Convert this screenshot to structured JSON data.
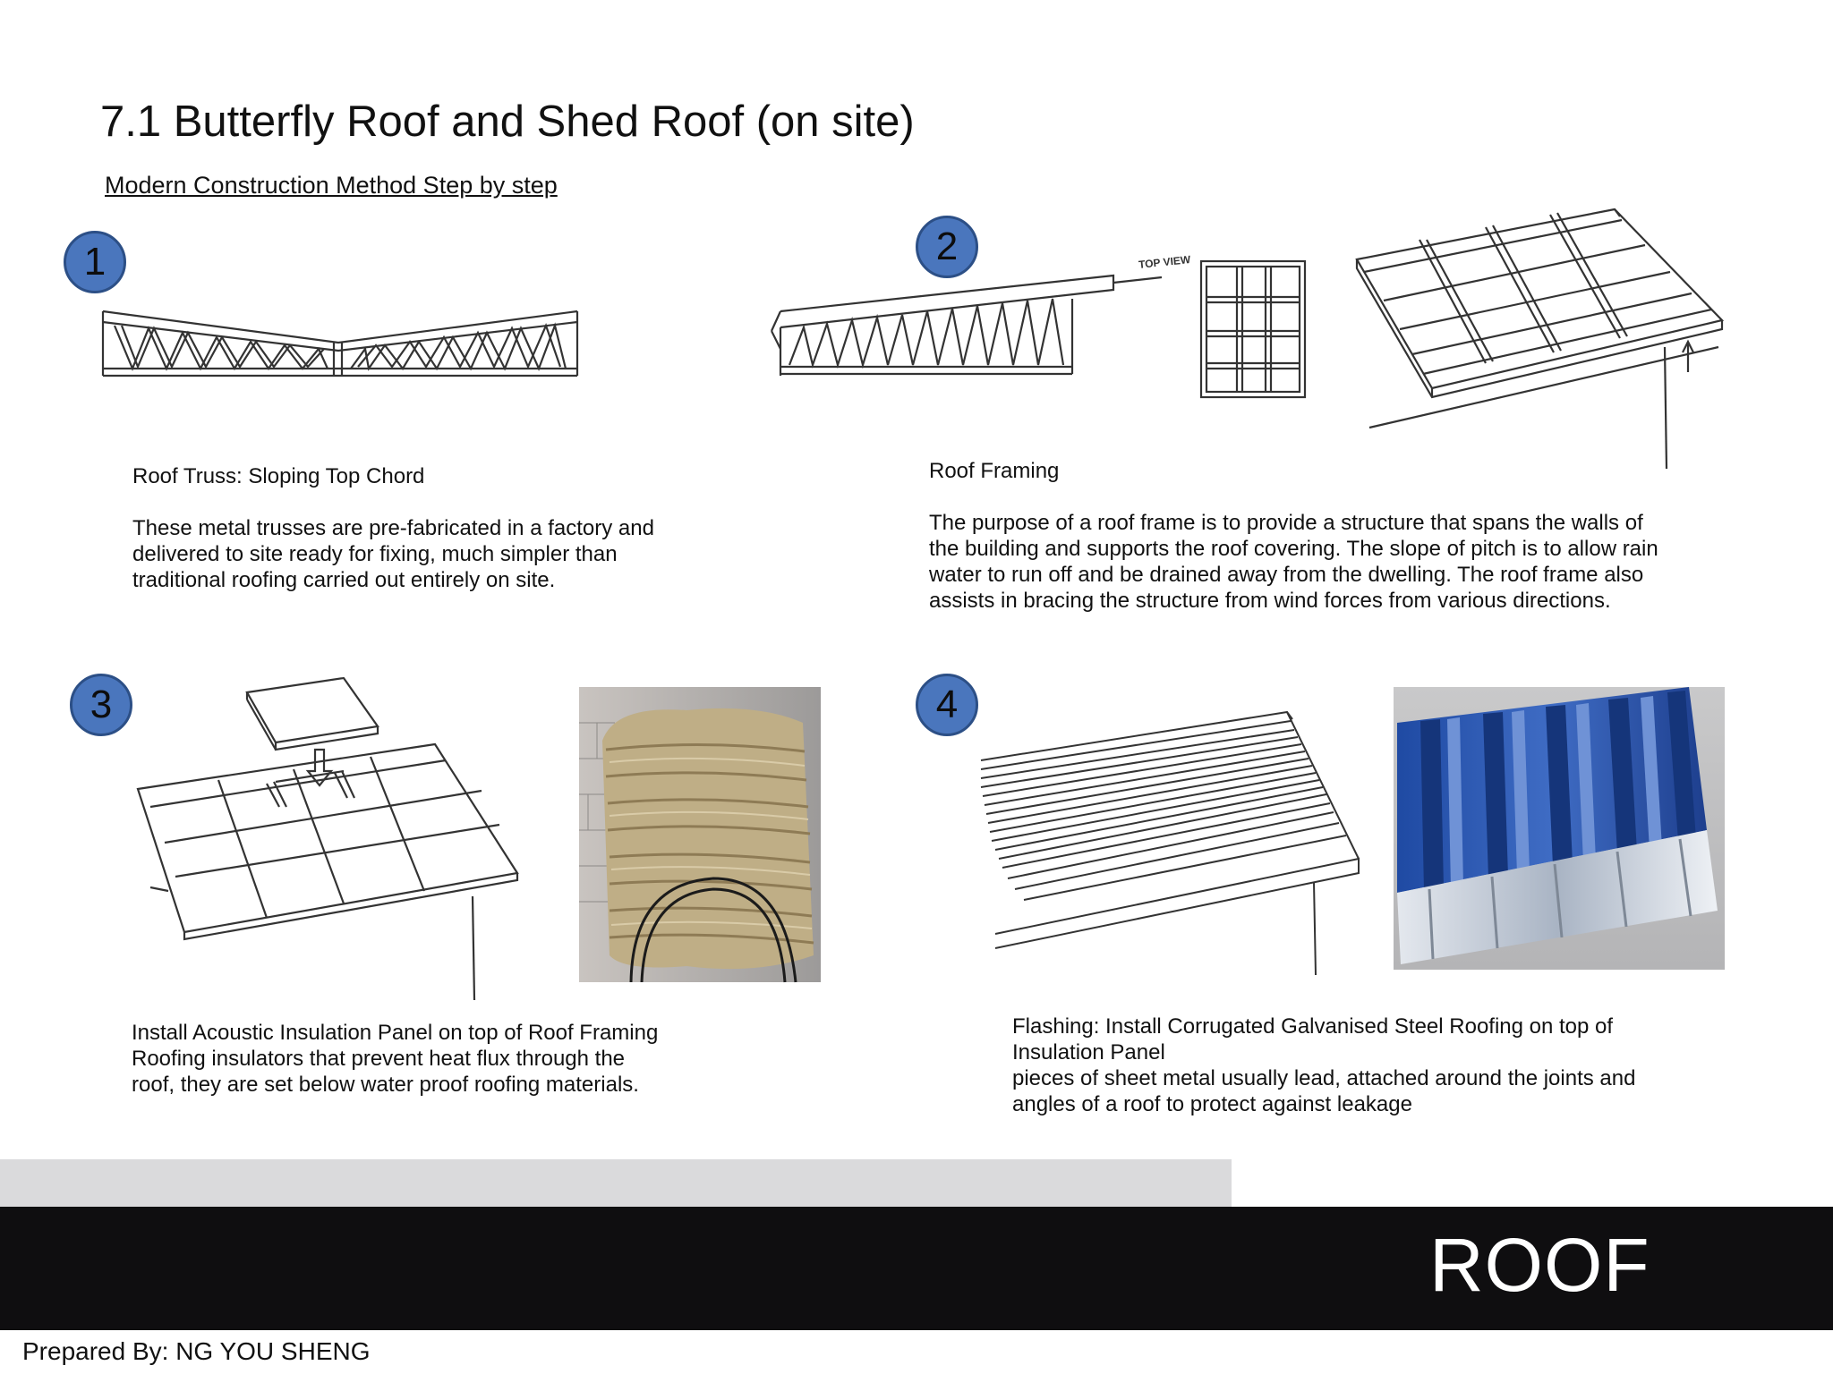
{
  "header": {
    "title": "7.1 Butterfly Roof and Shed Roof (on site)",
    "subtitle": "Modern Construction Method Step by step"
  },
  "steps": [
    {
      "number": "1",
      "heading": "Roof Truss: Sloping Top Chord",
      "lines": [
        "These metal trusses are pre-fabricated in a factory and",
        "delivered to site ready for fixing, much simpler than",
        "traditional roofing carried out entirely on site."
      ]
    },
    {
      "number": "2",
      "heading": "Roof Framing",
      "diagram_label": "TOP VIEW",
      "lines": [
        "The purpose of a roof frame is to provide a structure that spans the walls of",
        "the building and supports the roof covering. The slope of pitch is to allow rain",
        "water to run off and be drained away from the dwelling. The roof frame also",
        "assists in bracing the structure from wind forces from various directions."
      ]
    },
    {
      "number": "3",
      "heading": "Install Acoustic Insulation Panel on top of Roof Framing",
      "lines": [
        "Roofing insulators that prevent heat flux through the",
        "roof, they are set below water proof roofing materials."
      ]
    },
    {
      "number": "4",
      "heading": "Flashing: Install Corrugated Galvanised Steel Roofing on top of",
      "lines": [
        "Insulation Panel",
        "pieces of sheet metal usually lead, attached around the joints and",
        "angles of a roof to protect against leakage"
      ]
    }
  ],
  "banner": {
    "label": "ROOF"
  },
  "footer": {
    "prepared_by": "Prepared By: NG YOU SHENG"
  },
  "colors": {
    "badge": "#4a76bd",
    "band_black": "#0f0e10",
    "band_grey": "#dadadc",
    "steel_blue": "#2b52a8"
  }
}
